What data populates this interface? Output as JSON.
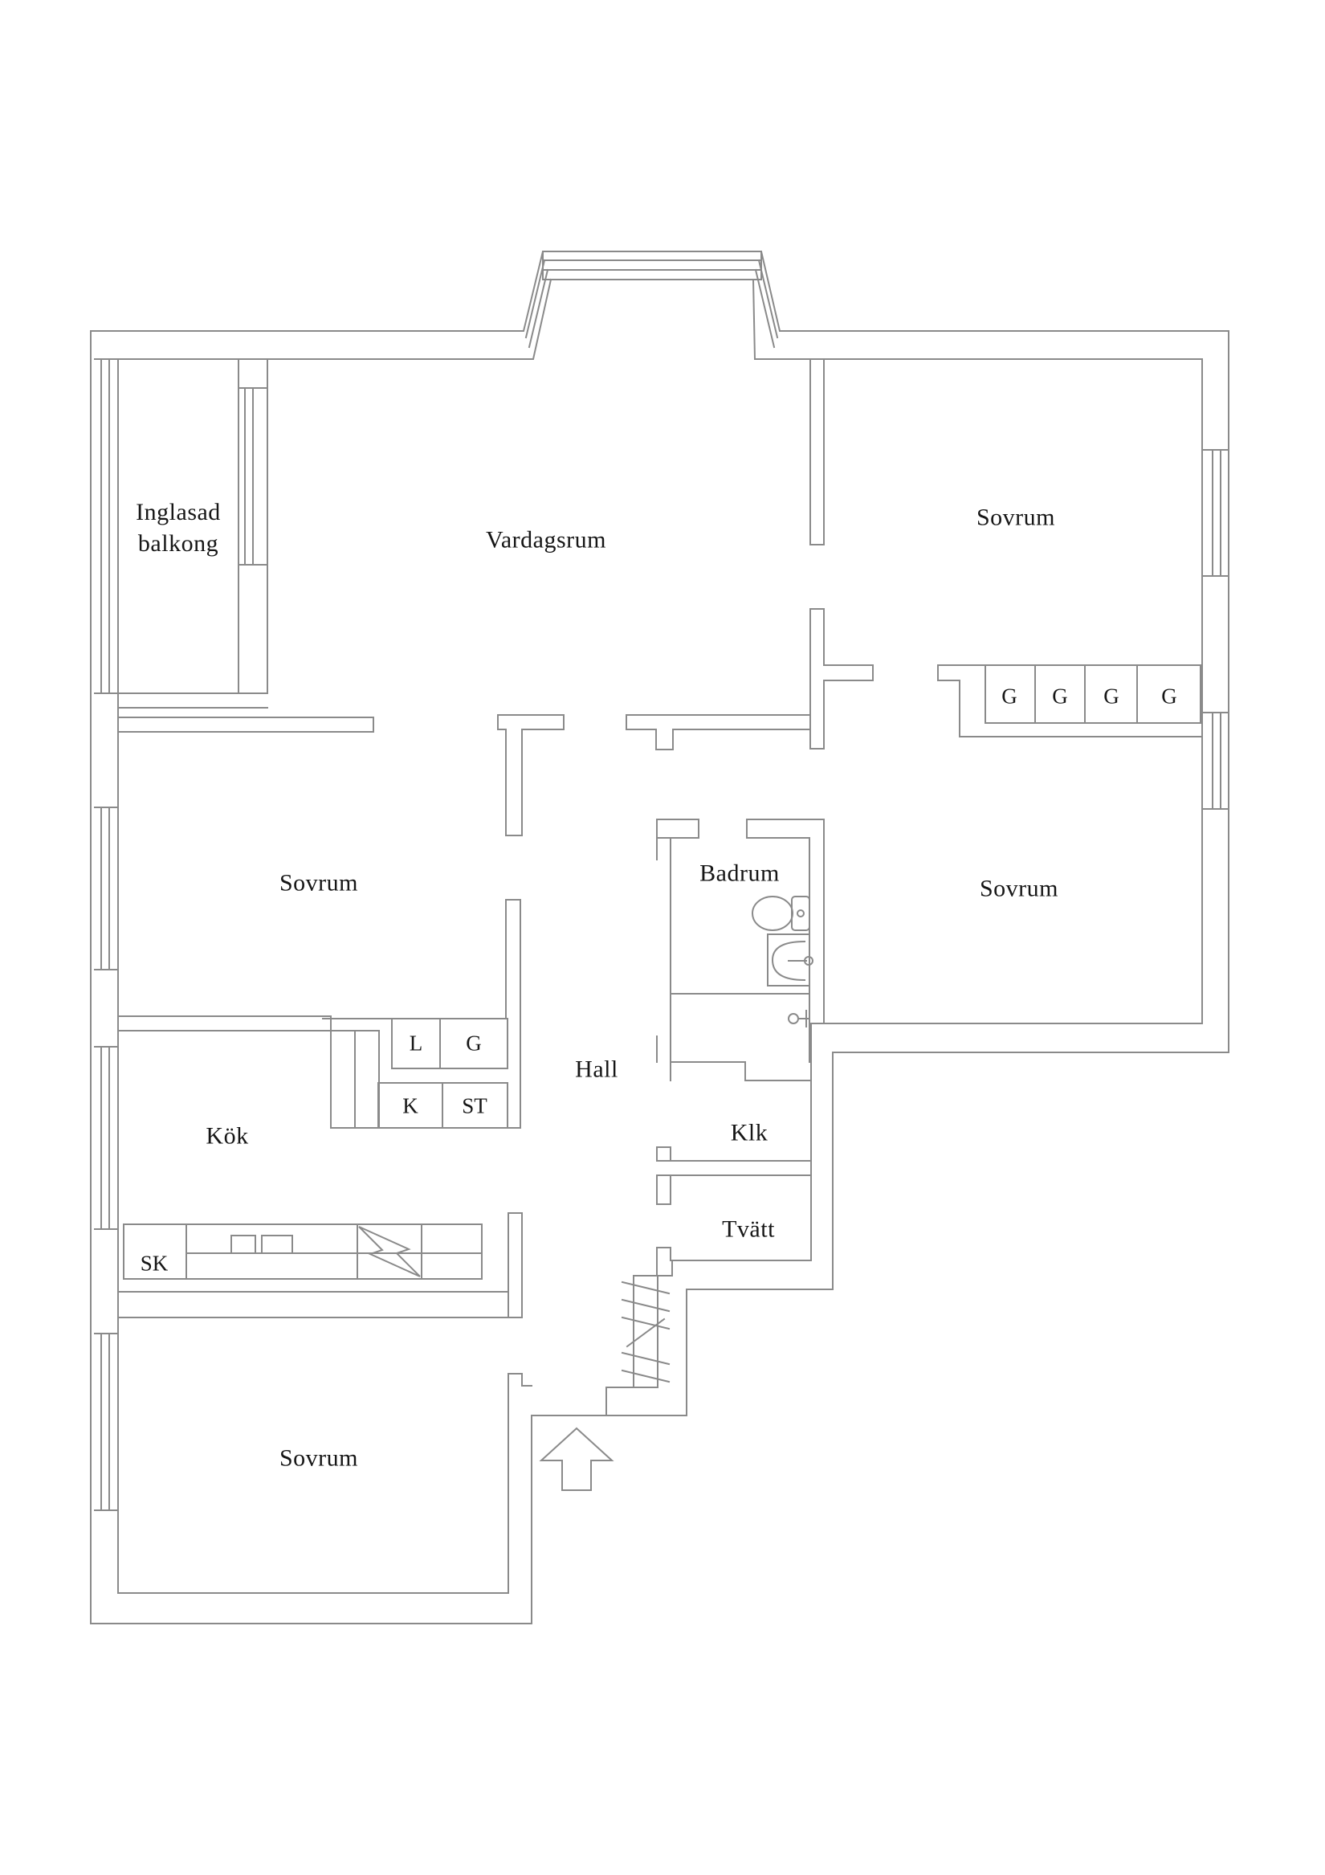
{
  "floorplan": {
    "colors": {
      "line": "#8a8a8a",
      "text": "#161616",
      "background": "#ffffff"
    },
    "rooms": {
      "balcony_line1": "Inglasad",
      "balcony_line2": "balkong",
      "living": "Vardagsrum",
      "bedroom_top_right": "Sovrum",
      "bedroom_left": "Sovrum",
      "bedroom_middle_right": "Sovrum",
      "bedroom_bottom": "Sovrum",
      "bathroom": "Badrum",
      "hall": "Hall",
      "walk_in_closet": "Klk",
      "laundry": "Tvätt",
      "kitchen": "Kök"
    },
    "storage": {
      "cleaning_closet": "SK",
      "wardrobe_1": "G",
      "wardrobe_2": "G",
      "wardrobe_3": "G",
      "wardrobe_4": "G",
      "closet_l": "L",
      "closet_g": "G",
      "closet_k": "K",
      "closet_st": "ST"
    },
    "icons": {
      "entrance_arrow": "up-arrow-entrance",
      "front_door": "hatched-door-strip",
      "toilet": "toilet-plan-symbol",
      "sink": "washbasin-plan-symbol",
      "stove": "lightning-bolt-appliance",
      "windows": "double-line-window-band"
    }
  }
}
